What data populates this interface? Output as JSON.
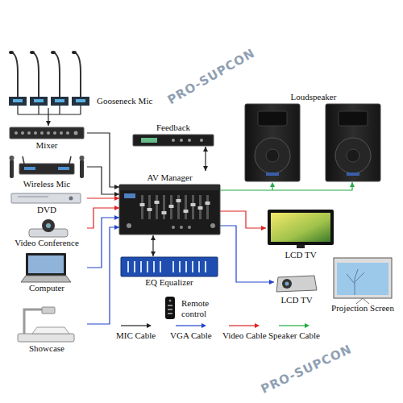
{
  "diagram": {
    "nodes": [
      {
        "text": [
          "Gooseneck Mic"
        ]
      },
      {
        "text": [
          "Mixer"
        ]
      },
      {
        "text": [
          "Wireless Mic"
        ]
      },
      {
        "text": [
          "DVD"
        ]
      },
      {
        "text": [
          "Video Conference"
        ]
      },
      {
        "text": [
          "Computer"
        ]
      },
      {
        "text": [
          "Showcase"
        ]
      },
      {
        "text": [
          "Feedback"
        ]
      },
      {
        "text": [
          "AV Manager"
        ]
      },
      {
        "text": [
          "EQ Equalizer"
        ]
      },
      {
        "text": [
          "Remote control"
        ]
      },
      {
        "text": [
          "Loudspeaker"
        ]
      },
      {
        "text": [
          "LCD TV"
        ]
      },
      {
        "text": [
          "LCD TV"
        ]
      },
      {
        "text": [
          "Projection Screen"
        ]
      }
    ],
    "edges": [
      {
        "from": 0,
        "to": 1,
        "arrow": "to"
      },
      {
        "from": 1,
        "to": 8,
        "arrow": "to"
      },
      {
        "from": 2,
        "to": 8,
        "arrow": "to"
      },
      {
        "from": 3,
        "to": 8,
        "arrow": "to"
      },
      {
        "from": 4,
        "to": 8,
        "arrow": "to"
      },
      {
        "from": 5,
        "to": 8,
        "arrow": "to"
      },
      {
        "from": 6,
        "to": 8,
        "arrow": "to"
      },
      {
        "from": 7,
        "to": 8,
        "arrow": "both"
      },
      {
        "from": 8,
        "to": 9,
        "arrow": "both"
      },
      {
        "from": 8,
        "to": 11,
        "arrow": "to"
      },
      {
        "from": 8,
        "to": 12,
        "arrow": "to"
      },
      {
        "from": 8,
        "to": 13,
        "arrow": "to"
      }
    ],
    "labels": [
      "PRO-SUPCON",
      "PRO-SUPCON"
    ],
    "legend": [
      {
        "text": "MIC Cable"
      },
      {
        "text": "VGA Cable"
      },
      {
        "text": "Video Cable"
      },
      {
        "text": "Speaker Cable"
      }
    ]
  }
}
